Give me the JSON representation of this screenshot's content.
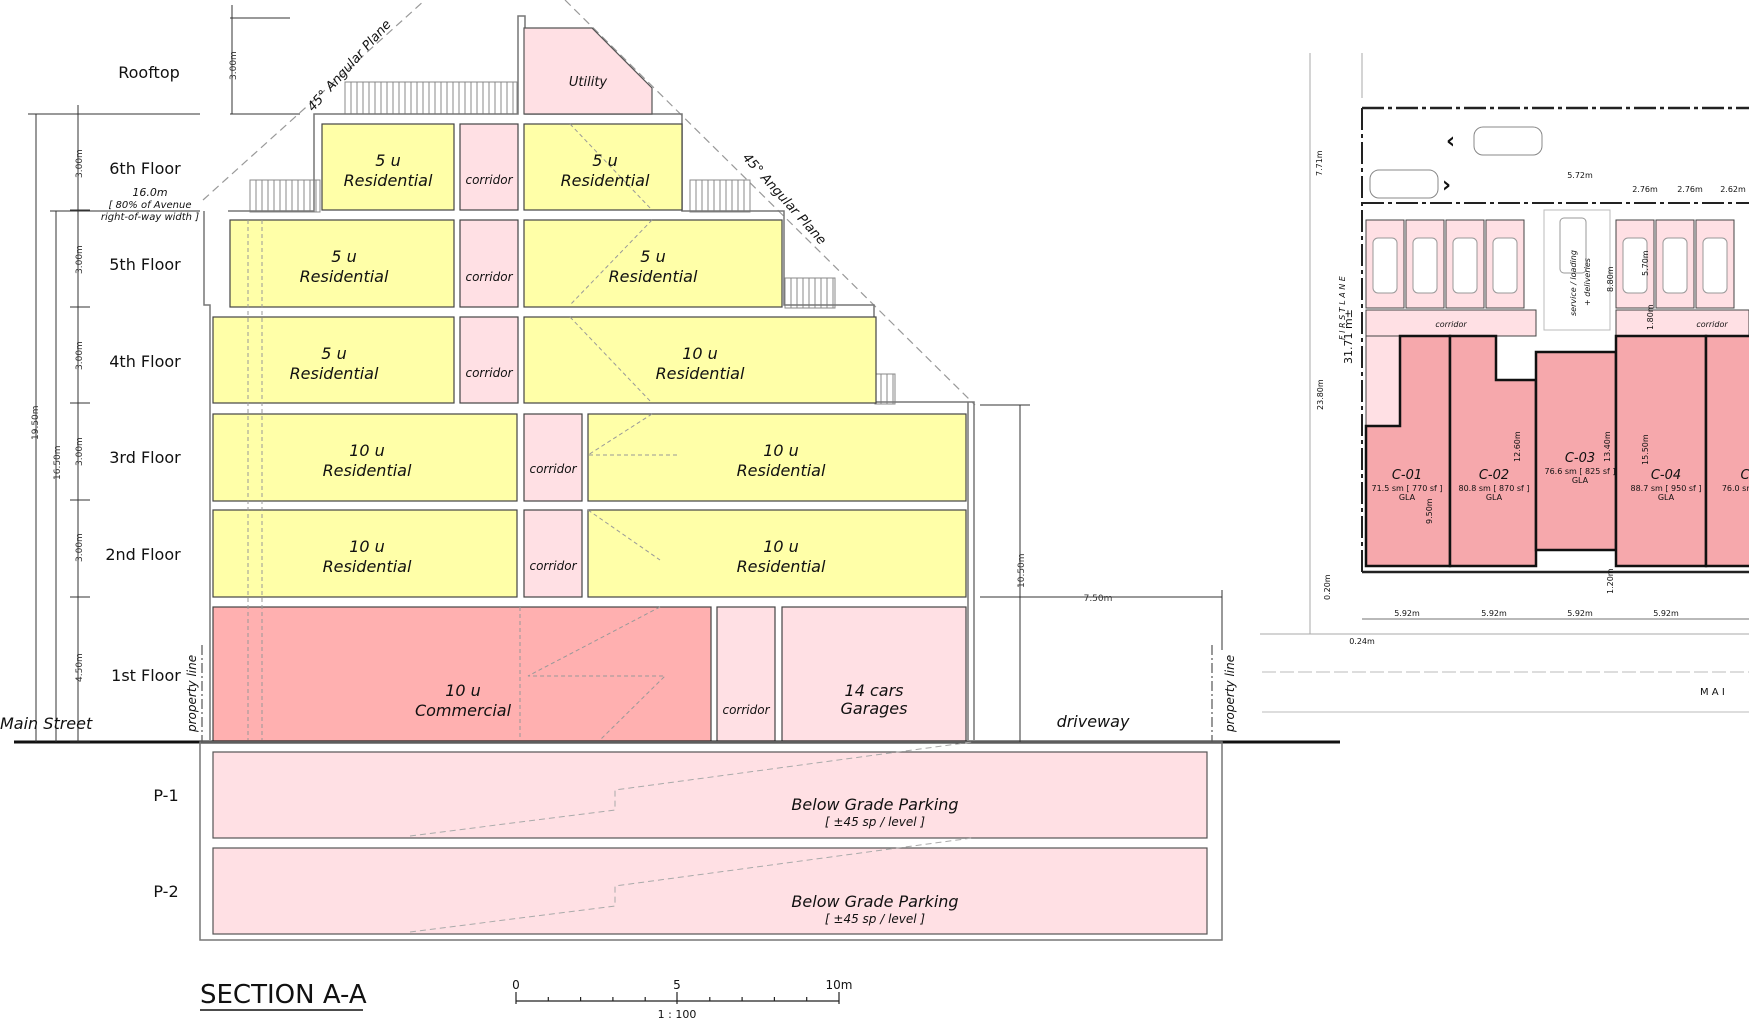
{
  "section": {
    "title": "SECTION A-A",
    "floors": [
      {
        "label": "Rooftop"
      },
      {
        "label": "6th Floor"
      },
      {
        "label": "5th Floor"
      },
      {
        "label": "4th Floor"
      },
      {
        "label": "3rd Floor"
      },
      {
        "label": "2nd Floor"
      },
      {
        "label": "1st Floor"
      },
      {
        "label": "P-1"
      },
      {
        "label": "P-2"
      }
    ],
    "setback_note": [
      "16.0m",
      "[ 80% of Avenue",
      "right-of-way width ]"
    ],
    "dims": {
      "rooftop_h": "3.00m",
      "f6_h": "3.00m",
      "f5_h": "3.00m",
      "f4_h": "3.00m",
      "f3_h": "3.00m",
      "f2_h": "3.00m",
      "f1_h": "4.50m",
      "total_1": "19.50m",
      "total_2": "16.50m",
      "right_h": "10.50m",
      "driveway_w": "7.50m"
    },
    "angular_plane": "45° Angular Plane",
    "main_street": "Main Street",
    "property_line": "property line",
    "driveway": "driveway",
    "units": {
      "f6_left_qty": "5 u",
      "f6_left_use": "Residential",
      "f6_right_qty": "5 u",
      "f6_right_use": "Residential",
      "f5_left_qty": "5 u",
      "f5_left_use": "Residential",
      "f5_right_qty": "5 u",
      "f5_right_use": "Residential",
      "f4_left_qty": "5 u",
      "f4_left_use": "Residential",
      "f4_right_qty": "10 u",
      "f4_right_use": "Residential",
      "f3_left_qty": "10 u",
      "f3_left_use": "Residential",
      "f3_right_qty": "10 u",
      "f3_right_use": "Residential",
      "f2_left_qty": "10 u",
      "f2_left_use": "Residential",
      "f2_right_qty": "10 u",
      "f2_right_use": "Residential",
      "f1_comm_qty": "10 u",
      "f1_comm_use": "Commercial",
      "f1_garage_qty": "14 cars",
      "f1_garage_use": "Garages",
      "utility": "Utility",
      "corridor": "corridor"
    },
    "parking": {
      "title": "Below Grade Parking",
      "sub": "[ ±45 sp / level ]"
    },
    "scale": {
      "t0": "0",
      "t5": "5",
      "t10": "10m",
      "ratio": "1 : 100"
    }
  },
  "plan": {
    "lane": "F I R S T   L A N E",
    "area": "31.71 m±",
    "service": [
      "service / loading",
      "+ deliveries"
    ],
    "corridor": "corridor",
    "street": "M A I",
    "units": [
      {
        "id": "C-01",
        "area": "71.5 sm [ 770 sf ]",
        "gla": "GLA"
      },
      {
        "id": "C-02",
        "area": "80.8 sm [ 870 sf ]",
        "gla": "GLA"
      },
      {
        "id": "C-03",
        "area": "76.6 sm [ 825 sf ]",
        "gla": "GLA"
      },
      {
        "id": "C-04",
        "area": "88.7 sm [ 950 sf ]",
        "gla": "GLA"
      },
      {
        "id": "C",
        "area": "76.0 sm",
        "gla": ""
      }
    ],
    "dims": {
      "d771": "7.71m",
      "d572": "5.72m",
      "d276a": "2.76m",
      "d276b": "2.76m",
      "d262": "2.62m",
      "d2380": "23.80m",
      "d880": "8.80m",
      "d570": "5.70m",
      "d180": "1.80m",
      "d1260": "12.60m",
      "d1340": "13.40m",
      "d1550": "15.50m",
      "d950": "9.50m",
      "d120": "1.20m",
      "d020": "0.20m",
      "d024": "0.24m",
      "w1": "5.92m",
      "w2": "5.92m",
      "w3": "5.92m",
      "w4": "5.92m"
    }
  },
  "colors": {
    "residential": "#ffffa8",
    "commercial": "#ffb0b0",
    "light_pink": "#ffe0e4",
    "plan_pink": "#f6a8ac"
  }
}
